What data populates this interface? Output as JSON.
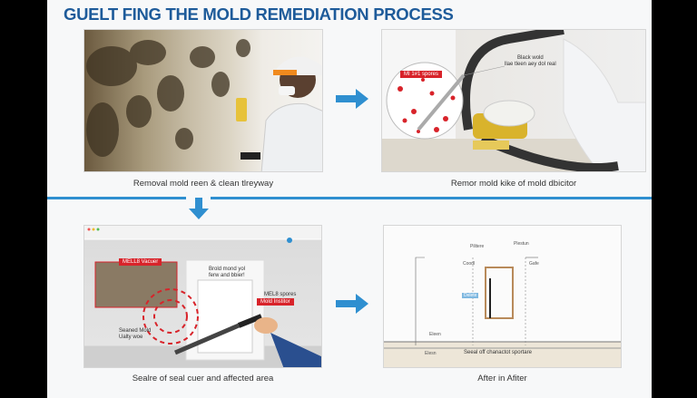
{
  "title": "GUELT FING THE MOLD REMEDIATION PROCESS",
  "colors": {
    "accent": "#1e5b9a",
    "arrow": "#2f8fd0",
    "tag": "#d8232a"
  },
  "panels": [
    {
      "caption": "Removal mold reen & clean tlreyway"
    },
    {
      "caption": "Remor mold kike of mold dbicitor",
      "tag": "MI 1#1 spores",
      "annotation": "Black wold\nllae tleen aey dol real"
    },
    {
      "caption": "Sealre of seal cuer and affected area",
      "tags": [
        "MELL8 Vacuer",
        "Mold Institor"
      ],
      "labels": [
        "Brold mond yol\nferw and bbier!",
        "MEL8 spores",
        "Seaned Mold\nUalty woe"
      ]
    },
    {
      "caption": "After in Afiter",
      "labels": [
        "Pilitere",
        "Plestun",
        "Coodl",
        "Gafe",
        "Delete",
        "Eleen",
        "Elesn",
        "Seeal off chanactot sportare"
      ]
    }
  ],
  "icons": [
    "arrow-right-icon",
    "arrow-down-icon",
    "arrow-right-icon"
  ]
}
